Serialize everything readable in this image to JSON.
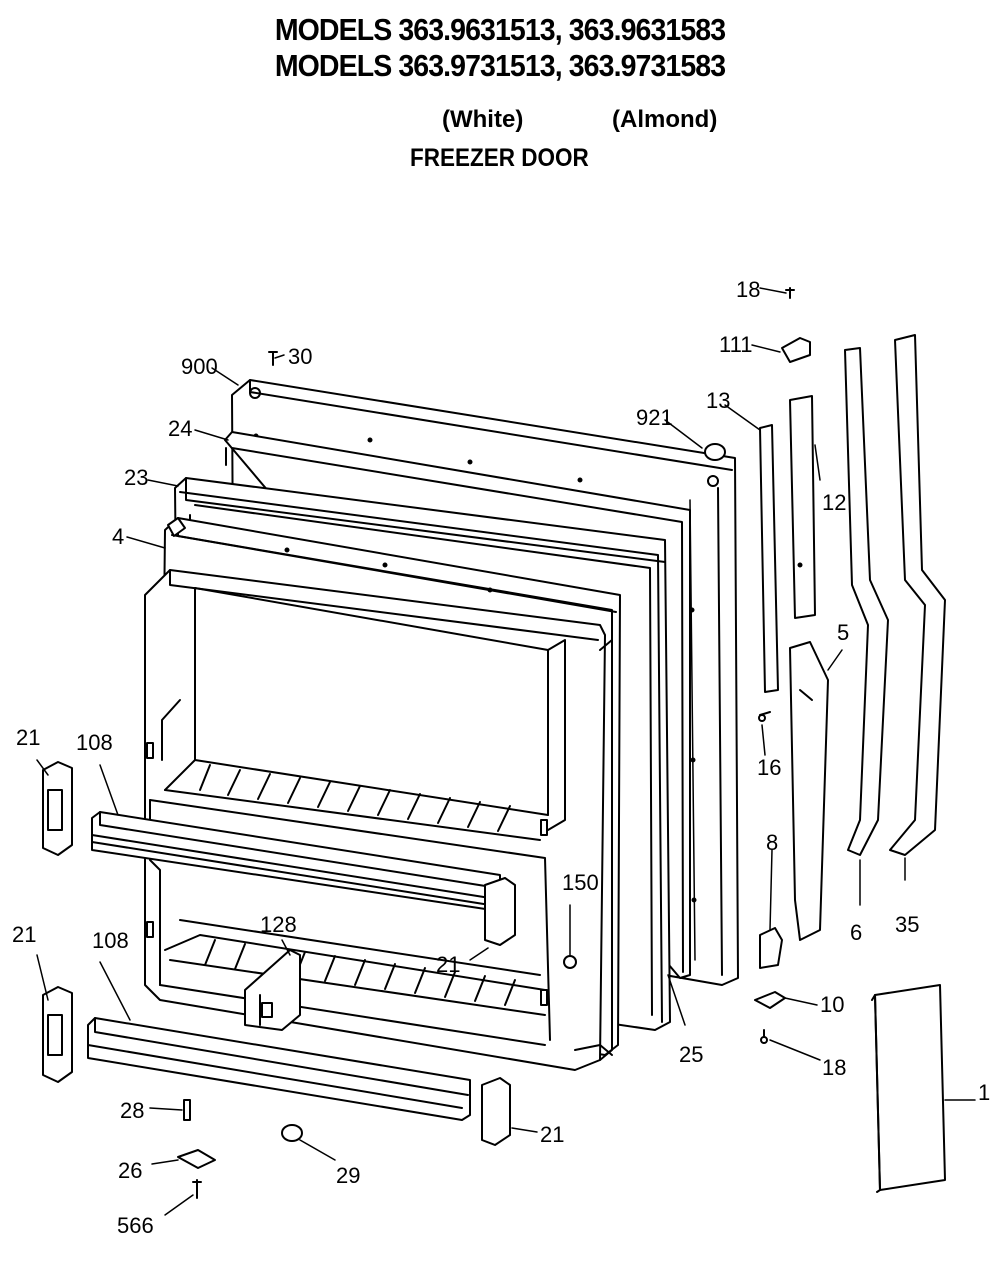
{
  "header": {
    "line1": "MODELS 363.9631513, 363.9631583",
    "line2": "MODELS 363.9731513, 363.9731583",
    "color_white": "(White)",
    "color_almond": "(Almond)",
    "subtitle": "FREEZER DOOR"
  },
  "callouts": {
    "c900": "900",
    "c30": "30",
    "c24": "24",
    "c23": "23",
    "c4": "4",
    "c921": "921",
    "c18a": "18",
    "c111": "111",
    "c13": "13",
    "c12": "12",
    "c5": "5",
    "c16": "16",
    "c8": "8",
    "c6": "6",
    "c35": "35",
    "c10": "10",
    "c18b": "18",
    "c1": "1",
    "c21a": "21",
    "c108a": "108",
    "c21b": "21",
    "c108b": "108",
    "c128": "128",
    "c150": "150",
    "c21c": "21",
    "c25": "25",
    "c21d": "21",
    "c28": "28",
    "c26": "26",
    "c29": "29",
    "c566": "566"
  }
}
